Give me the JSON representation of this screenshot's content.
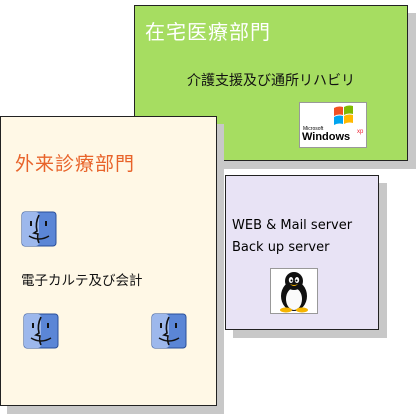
{
  "home_care": {
    "title": "在宅医療部門",
    "subtitle": "介護支援及び通所リハビリ",
    "logo": {
      "vendor": "Microsoft",
      "product": "Windows",
      "edition": "xp",
      "flag_colors": [
        "#f25022",
        "#7fba00",
        "#00a4ef",
        "#ffb900"
      ]
    }
  },
  "server": {
    "line1": "WEB & Mail server",
    "line2": "Back up server",
    "icon": "tux-penguin-icon"
  },
  "outpatient": {
    "title": "外来診療部門",
    "subtitle": "電子カルテ及び会計",
    "icon": "mac-finder-icon"
  },
  "colors": {
    "home_care_bg": "#a6dd61",
    "server_bg": "#e8e3f5",
    "outpatient_bg": "#fff8e6",
    "outpatient_title": "#e8632a"
  }
}
